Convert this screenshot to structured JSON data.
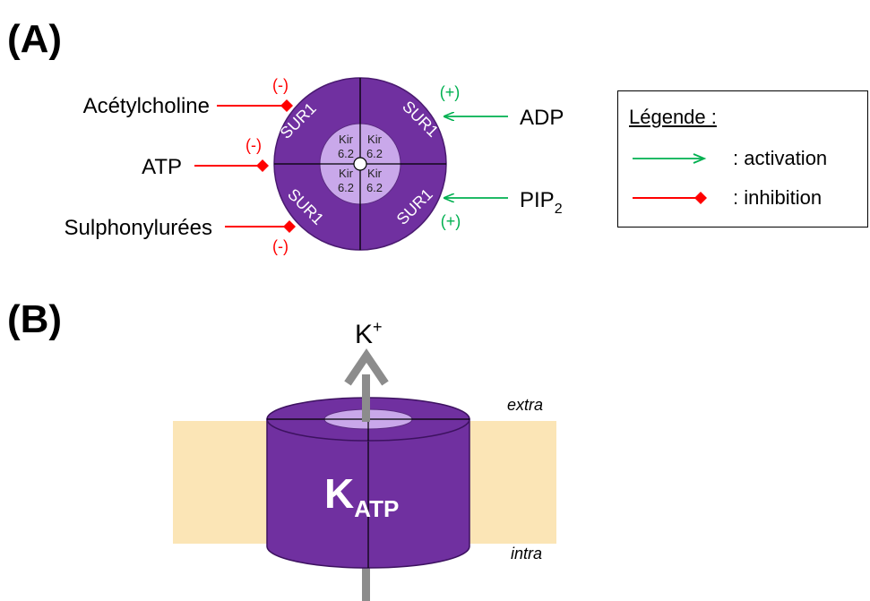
{
  "panel_a": {
    "label": "(A)",
    "ring_subunit": "SUR1",
    "core_line1": "Kir",
    "core_line2": "6.2",
    "inhibitors": [
      {
        "name": "Acétylcholine",
        "sign": "(-)"
      },
      {
        "name": "ATP",
        "sign": "(-)"
      },
      {
        "name": "Sulphonylurées",
        "sign": "(-)"
      }
    ],
    "activators": [
      {
        "name": "ADP",
        "sign": "(+)"
      },
      {
        "name_main": "PIP",
        "name_sub": "2",
        "sign": "(+)"
      }
    ]
  },
  "legend": {
    "title": "Légende :",
    "activation": ": activation",
    "inhibition": ": inhibition"
  },
  "panel_b": {
    "label": "(B)",
    "ion_main": "K",
    "ion_sup": "+",
    "channel_main": "K",
    "channel_sub": "ATP",
    "extra": "extra",
    "intra": "intra"
  },
  "colors": {
    "channel_purple": "#7030a0",
    "core_lavender": "#c9a8ea",
    "membrane": "#fbe5b6",
    "activation_green": "#00b050",
    "inhibition_red": "#ff0000",
    "arrow_grey": "#8c8c8c"
  }
}
